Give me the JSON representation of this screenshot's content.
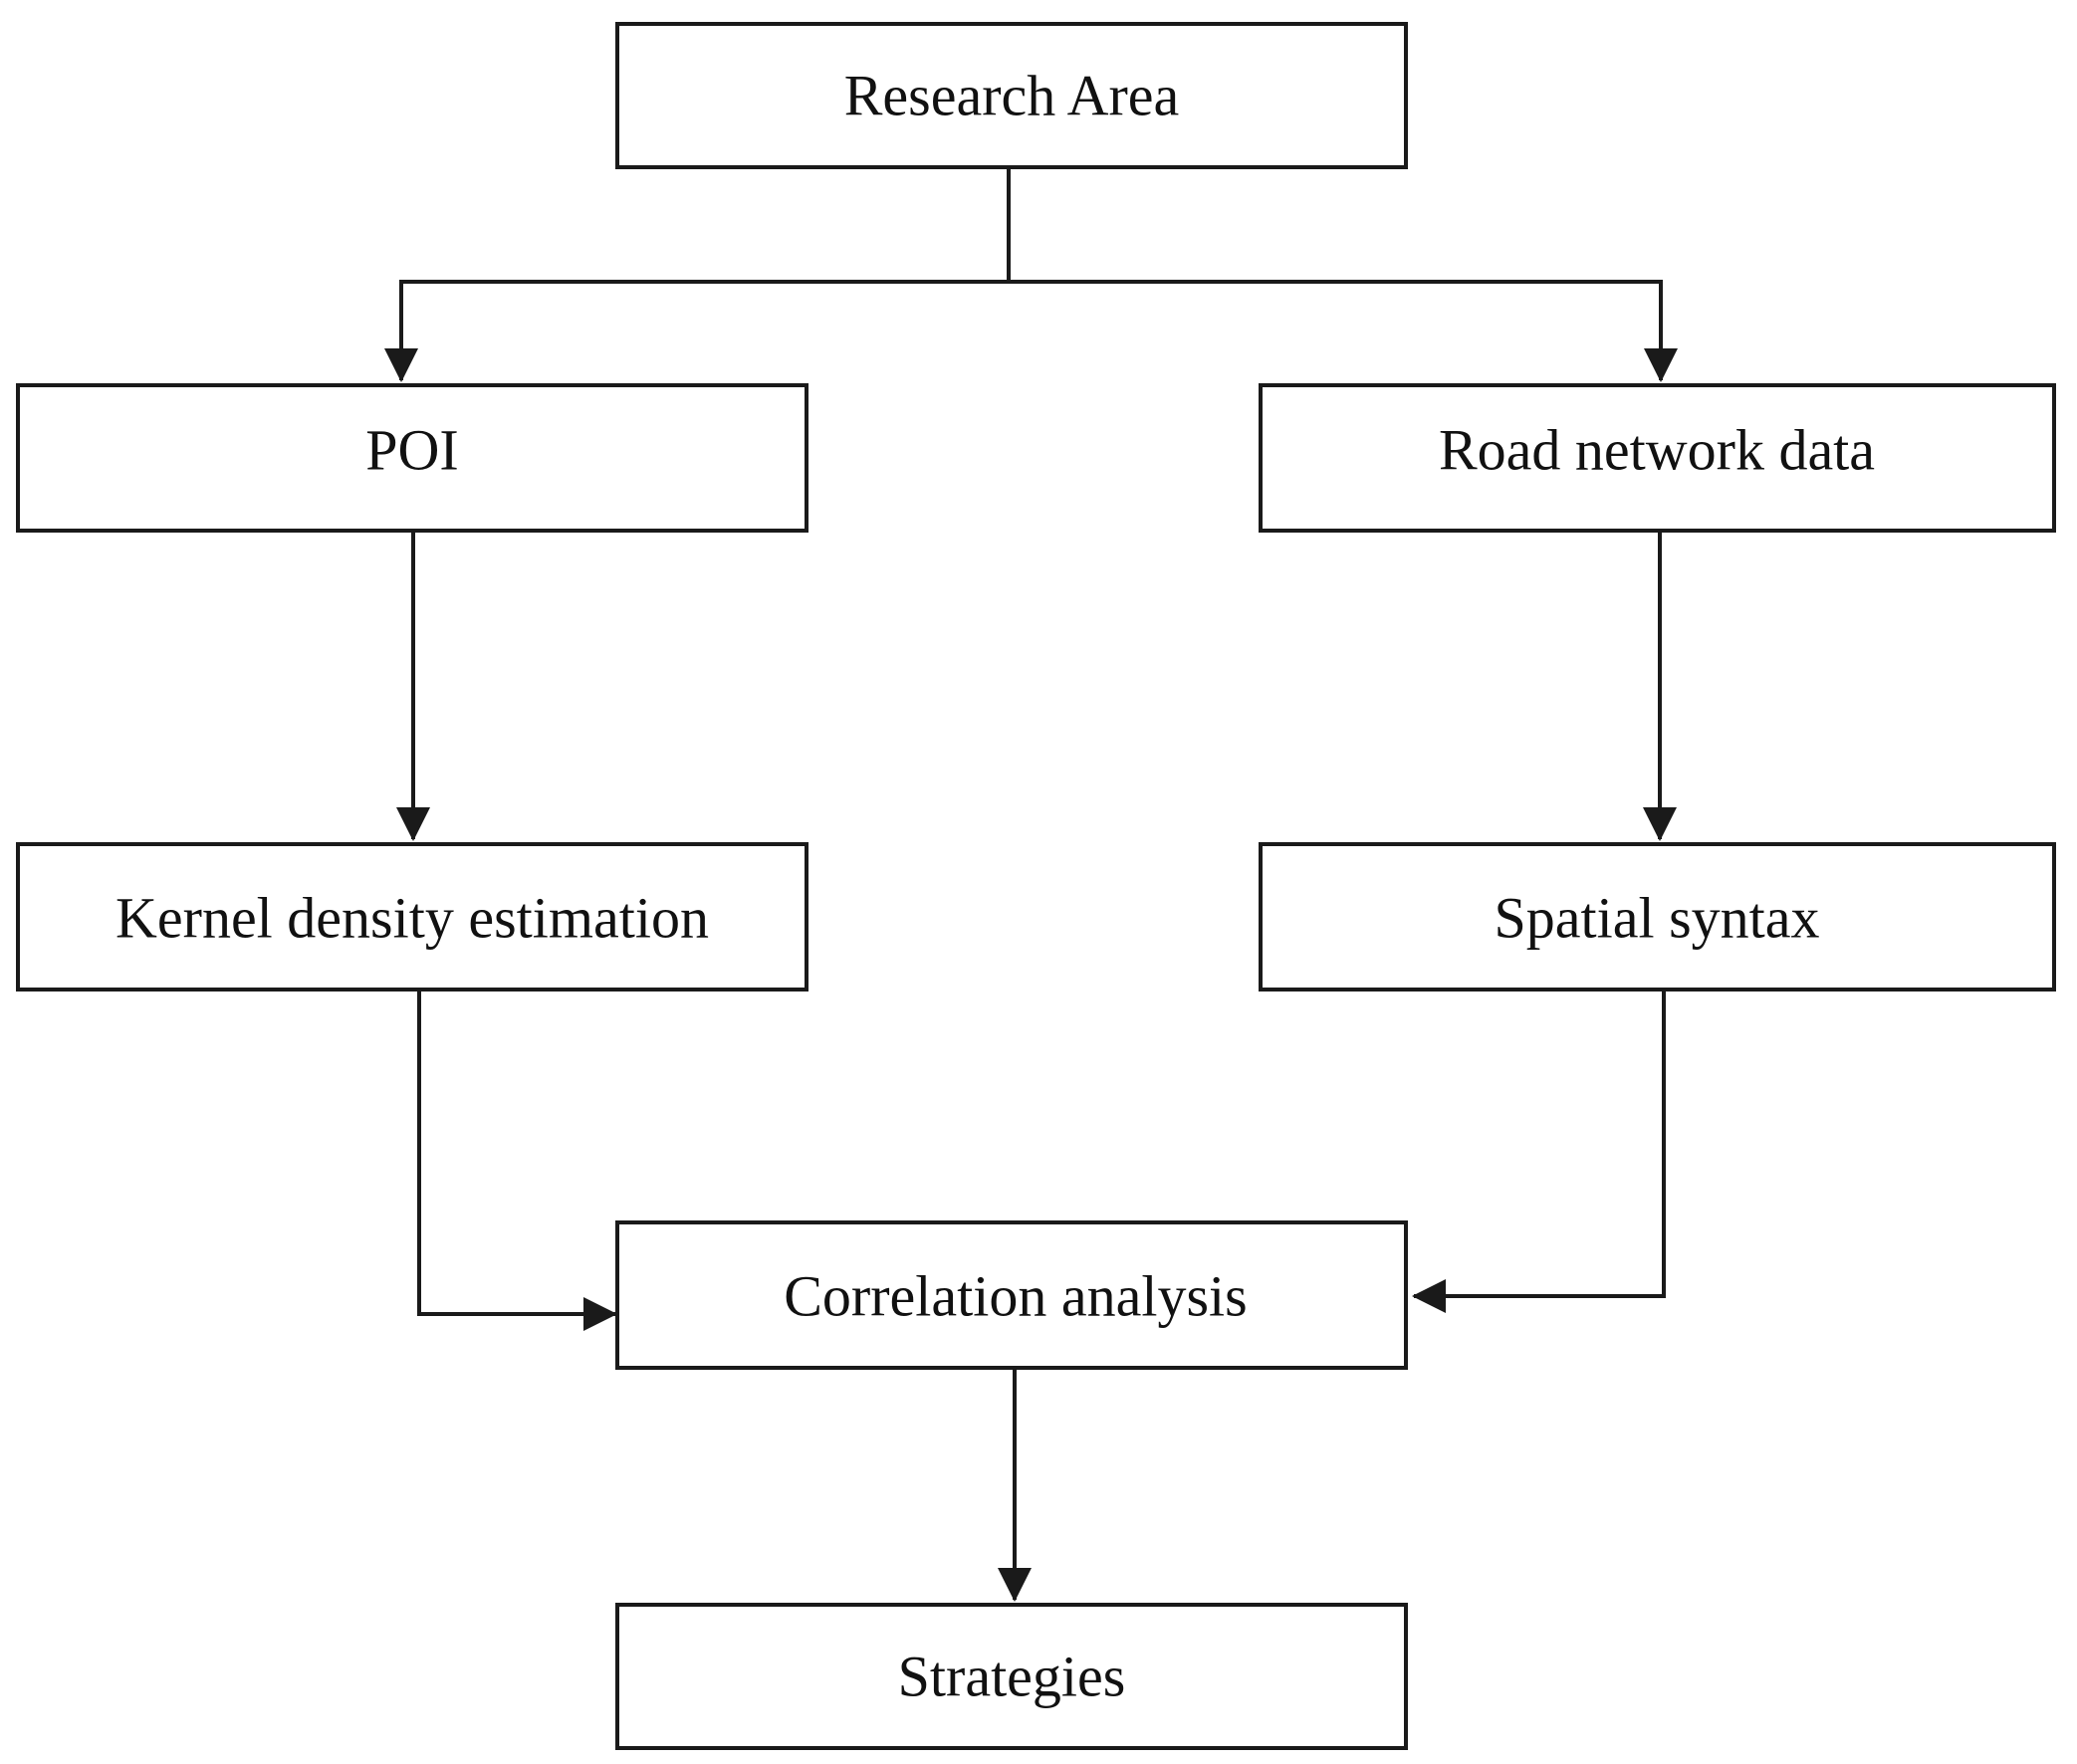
{
  "nodes": {
    "research_area": "Research Area",
    "poi": "POI",
    "road_network": "Road network data",
    "kernel_density": "Kernel density estimation",
    "spatial_syntax": "Spatial syntax",
    "correlation": "Correlation analysis",
    "strategies": "Strategies"
  },
  "colors": {
    "stroke": "#1a1a1a",
    "background": "#ffffff"
  }
}
